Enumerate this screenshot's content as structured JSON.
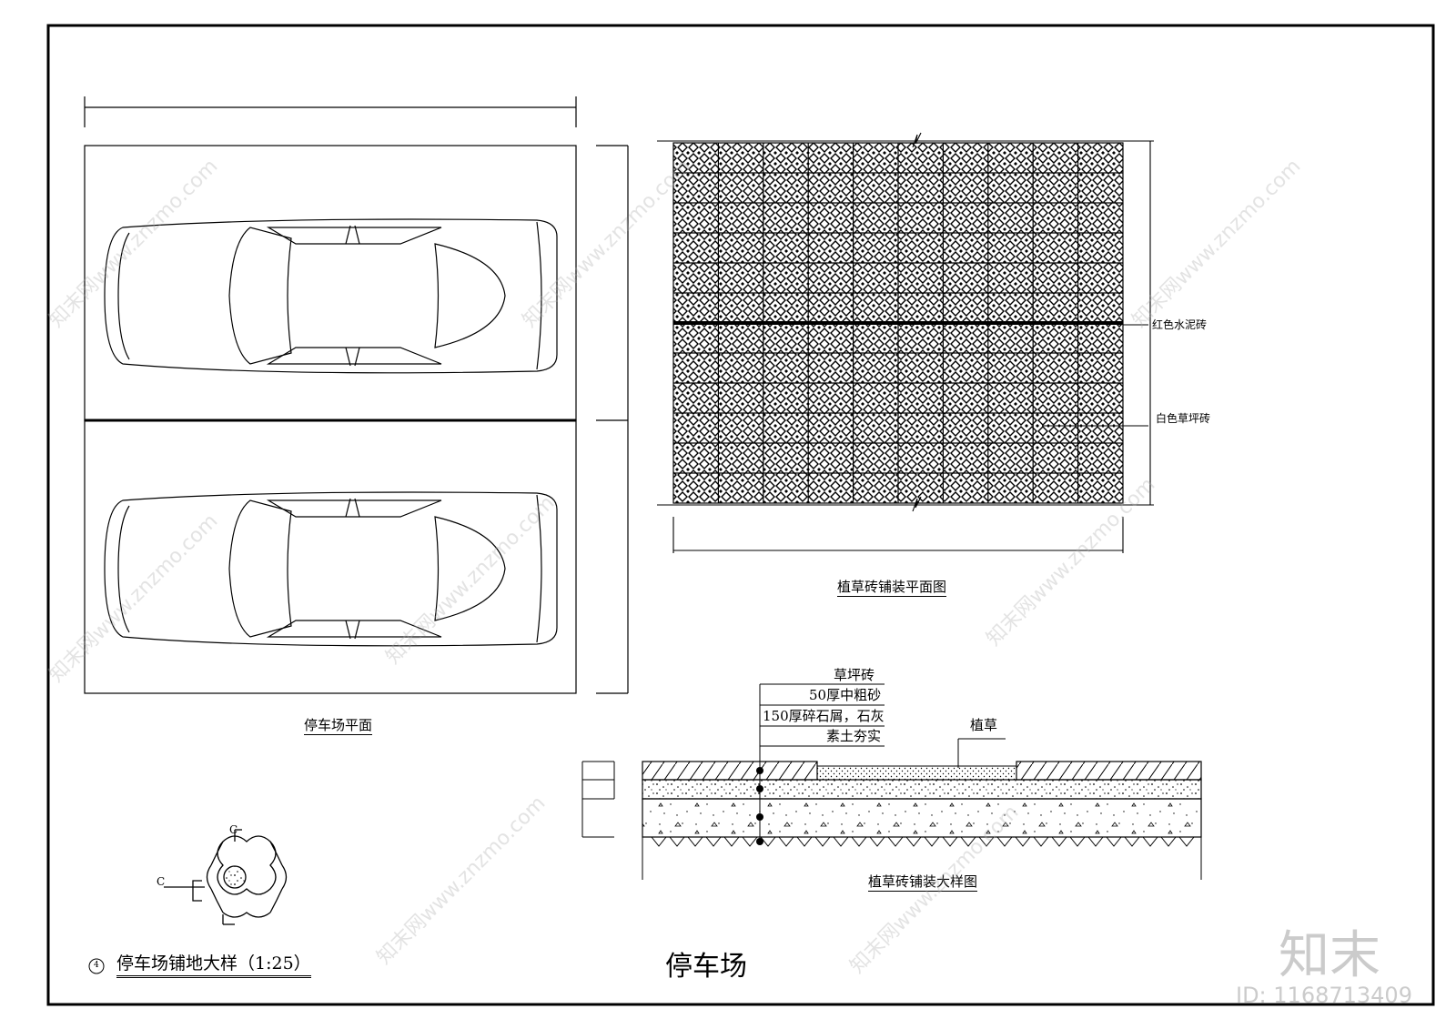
{
  "labels": {
    "parking_plan_caption": "停车场平面",
    "paver_plan_caption": "植草砖铺装平面图",
    "paver_detail_caption": "植草砖铺装大样图",
    "red_brick_note": "红色水泥砖",
    "white_brick_note": "白色草坪砖",
    "layer_1": "草坪砖",
    "layer_2": "50厚中粗砂",
    "layer_3": "150厚碎石屑，石灰",
    "layer_4": "素土夯实",
    "grass_note": "植草",
    "section_mark": "C",
    "section_mark_left": "C",
    "detail_number": "4",
    "detail_title": "停车场铺地大样（1:25）",
    "main_title": "停车场"
  },
  "watermark": {
    "text": "知末网www.znzmo.com",
    "brand": "知末",
    "id": "ID: 1168713409"
  },
  "colors": {
    "line": "#000000",
    "paper": "#ffffff",
    "watermark": "#aaaaaa"
  }
}
